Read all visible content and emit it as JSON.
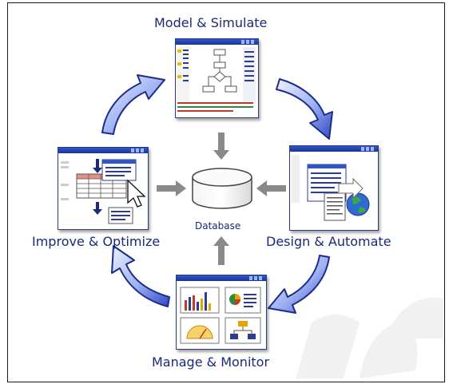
{
  "labels": {
    "top": "Model & Simulate",
    "right": "Design & Automate",
    "bottom": "Manage & Monitor",
    "left": "Improve & Optimize",
    "center": "Database"
  },
  "colors": {
    "label": "#1b2a78",
    "cycle_arrow_fill_light": "#dfe6ff",
    "cycle_arrow_fill_dark": "#3a58d6",
    "cycle_arrow_stroke": "#1c2c8a",
    "gray_arrow": "#8a8a8a",
    "window_bar": "#1f3fa8"
  },
  "icons": {
    "top_window": "process-flowchart-window",
    "right_window": "document-globe-window",
    "bottom_window": "dashboard-charts-window",
    "left_window": "table-cursor-window",
    "center": "database-cylinder-icon"
  }
}
